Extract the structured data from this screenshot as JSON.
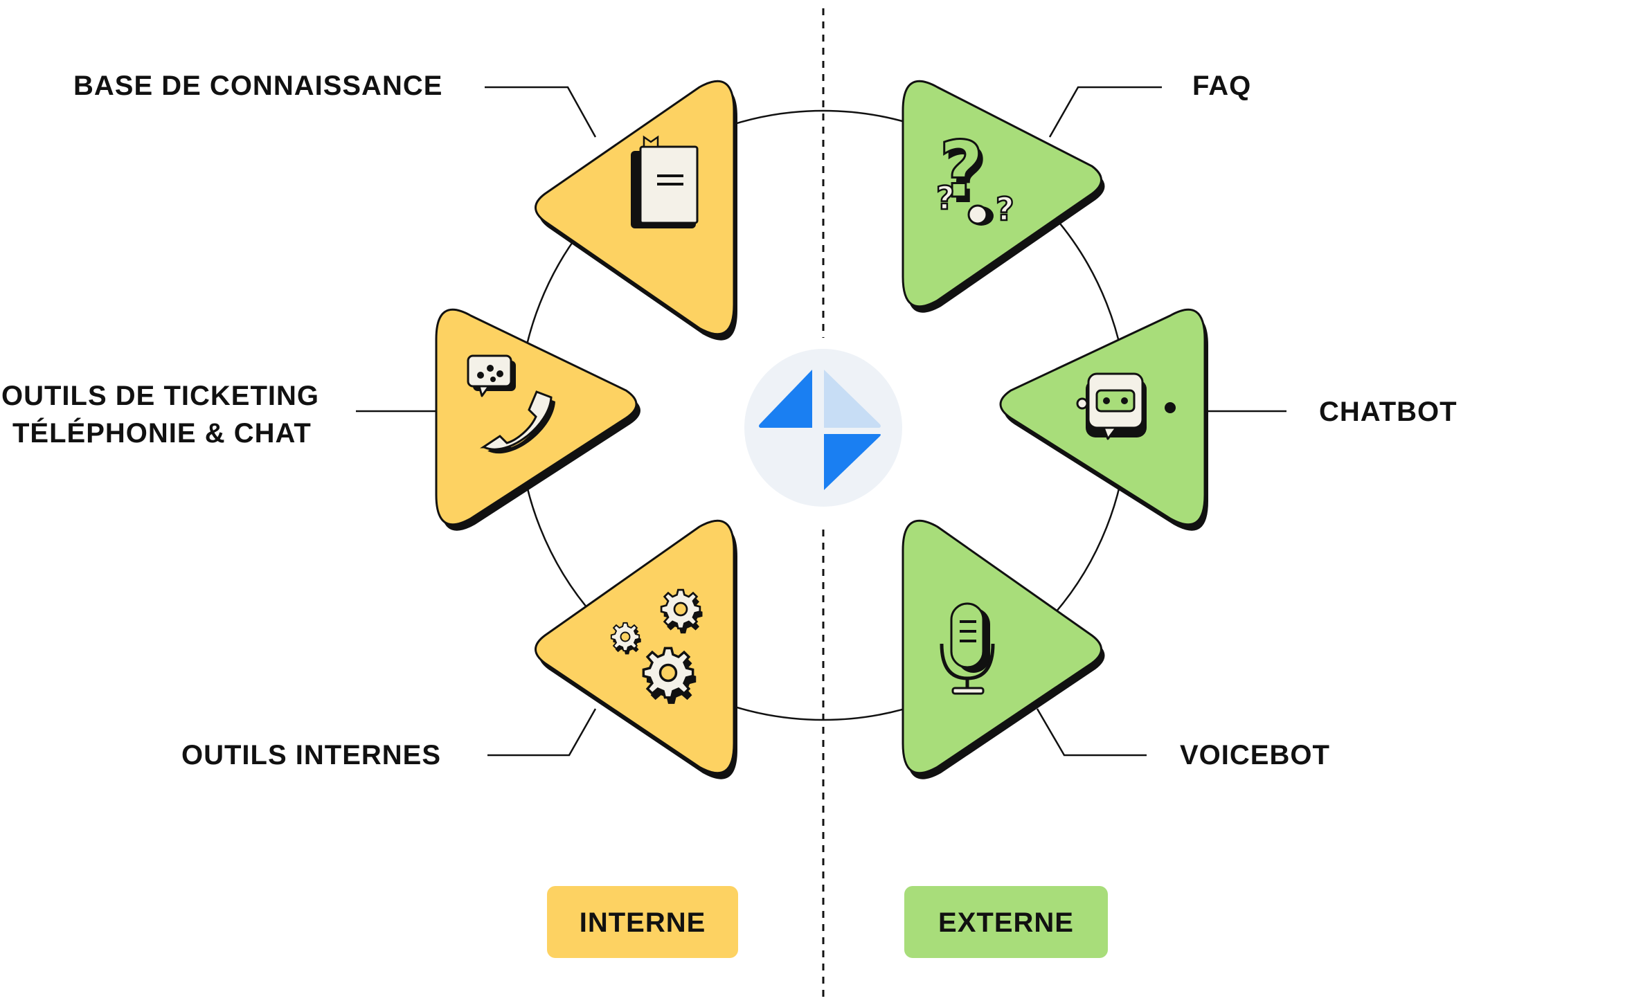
{
  "labels": {
    "base_connaissance": "BASE DE CONNAISSANCE",
    "ticketing_line1": "OUTILS DE TICKETING",
    "ticketing_line2": "TÉLÉPHONIE & CHAT",
    "outils_internes": "OUTILS INTERNES",
    "faq": "FAQ",
    "chatbot": "CHATBOT",
    "voicebot": "VOICEBOT"
  },
  "legend": {
    "interne": "INTERNE",
    "externe": "EXTERNE"
  },
  "colors": {
    "interne": "#FDD262",
    "externe": "#A8DD7A",
    "logo_blue": "#1A7FF2",
    "logo_light": "#C7DDF5",
    "logo_bg": "#EEF2F7",
    "outline": "#111111"
  },
  "icons": {
    "base_connaissance": "book-icon",
    "ticketing": "phone-chat-icon",
    "outils_internes": "gears-icon",
    "faq": "question-marks-icon",
    "chatbot": "robot-chat-icon",
    "voicebot": "microphone-icon",
    "center": "logo-icon"
  }
}
